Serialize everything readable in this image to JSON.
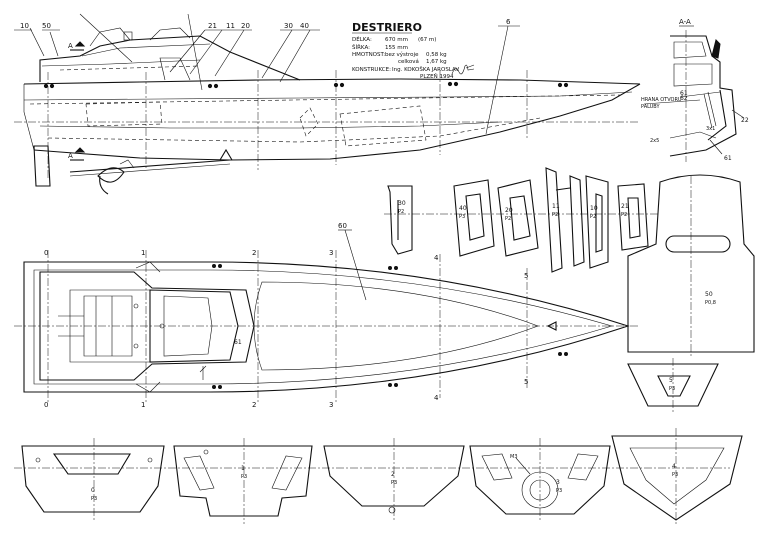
{
  "title": "DESTRIERO",
  "specs": [
    {
      "label": "DÉLKA:",
      "value": "670 mm",
      "extra": "(67 m)"
    },
    {
      "label": "ŠÍŘKA:",
      "value": "155 mm",
      "extra": ""
    },
    {
      "label": "HMOTNOST:",
      "value": "bez výstroje",
      "extra": "0,58 kg"
    },
    {
      "label": "",
      "value": "celková",
      "extra": "1,67 kg"
    }
  ],
  "constructor_label": "KONSTRUKCE:",
  "constructor_name": "Ing. KOKOŠKA JAROSLAV",
  "constructor_place": "PLZEŇ 1994",
  "section_label": "A-A",
  "section_note": [
    "HRANA OTVORU",
    "PALUBY"
  ],
  "section_marks": [
    "61",
    "62",
    "22",
    "3x1",
    "2x5"
  ],
  "callouts_side": [
    "10",
    "50",
    "21",
    "11",
    "20",
    "30",
    "40",
    "6"
  ],
  "section_marker": "A",
  "plan_callouts": [
    "60",
    "61"
  ],
  "station_numbers": [
    "0",
    "1",
    "2",
    "3",
    "4",
    "5"
  ],
  "frames_top": [
    {
      "num": "30",
      "mat": "P2"
    },
    {
      "num": "40",
      "mat": "P3"
    },
    {
      "num": "20",
      "mat": "P2"
    },
    {
      "num": "11",
      "mat": "P2"
    },
    {
      "num": "10",
      "mat": "P2"
    },
    {
      "num": "21",
      "mat": "P2"
    }
  ],
  "deck_part": {
    "num": "50",
    "mat": "P0,8"
  },
  "transom_part": {
    "num": "5",
    "mat": "P3"
  },
  "frames_bottom": [
    {
      "num": "0",
      "mat": "P3"
    },
    {
      "num": "1",
      "mat": "P3"
    },
    {
      "num": "2",
      "mat": "P3"
    },
    {
      "num": "3",
      "mat": "P3"
    },
    {
      "num": "4",
      "mat": "P3"
    }
  ],
  "frame3_note": "M3"
}
